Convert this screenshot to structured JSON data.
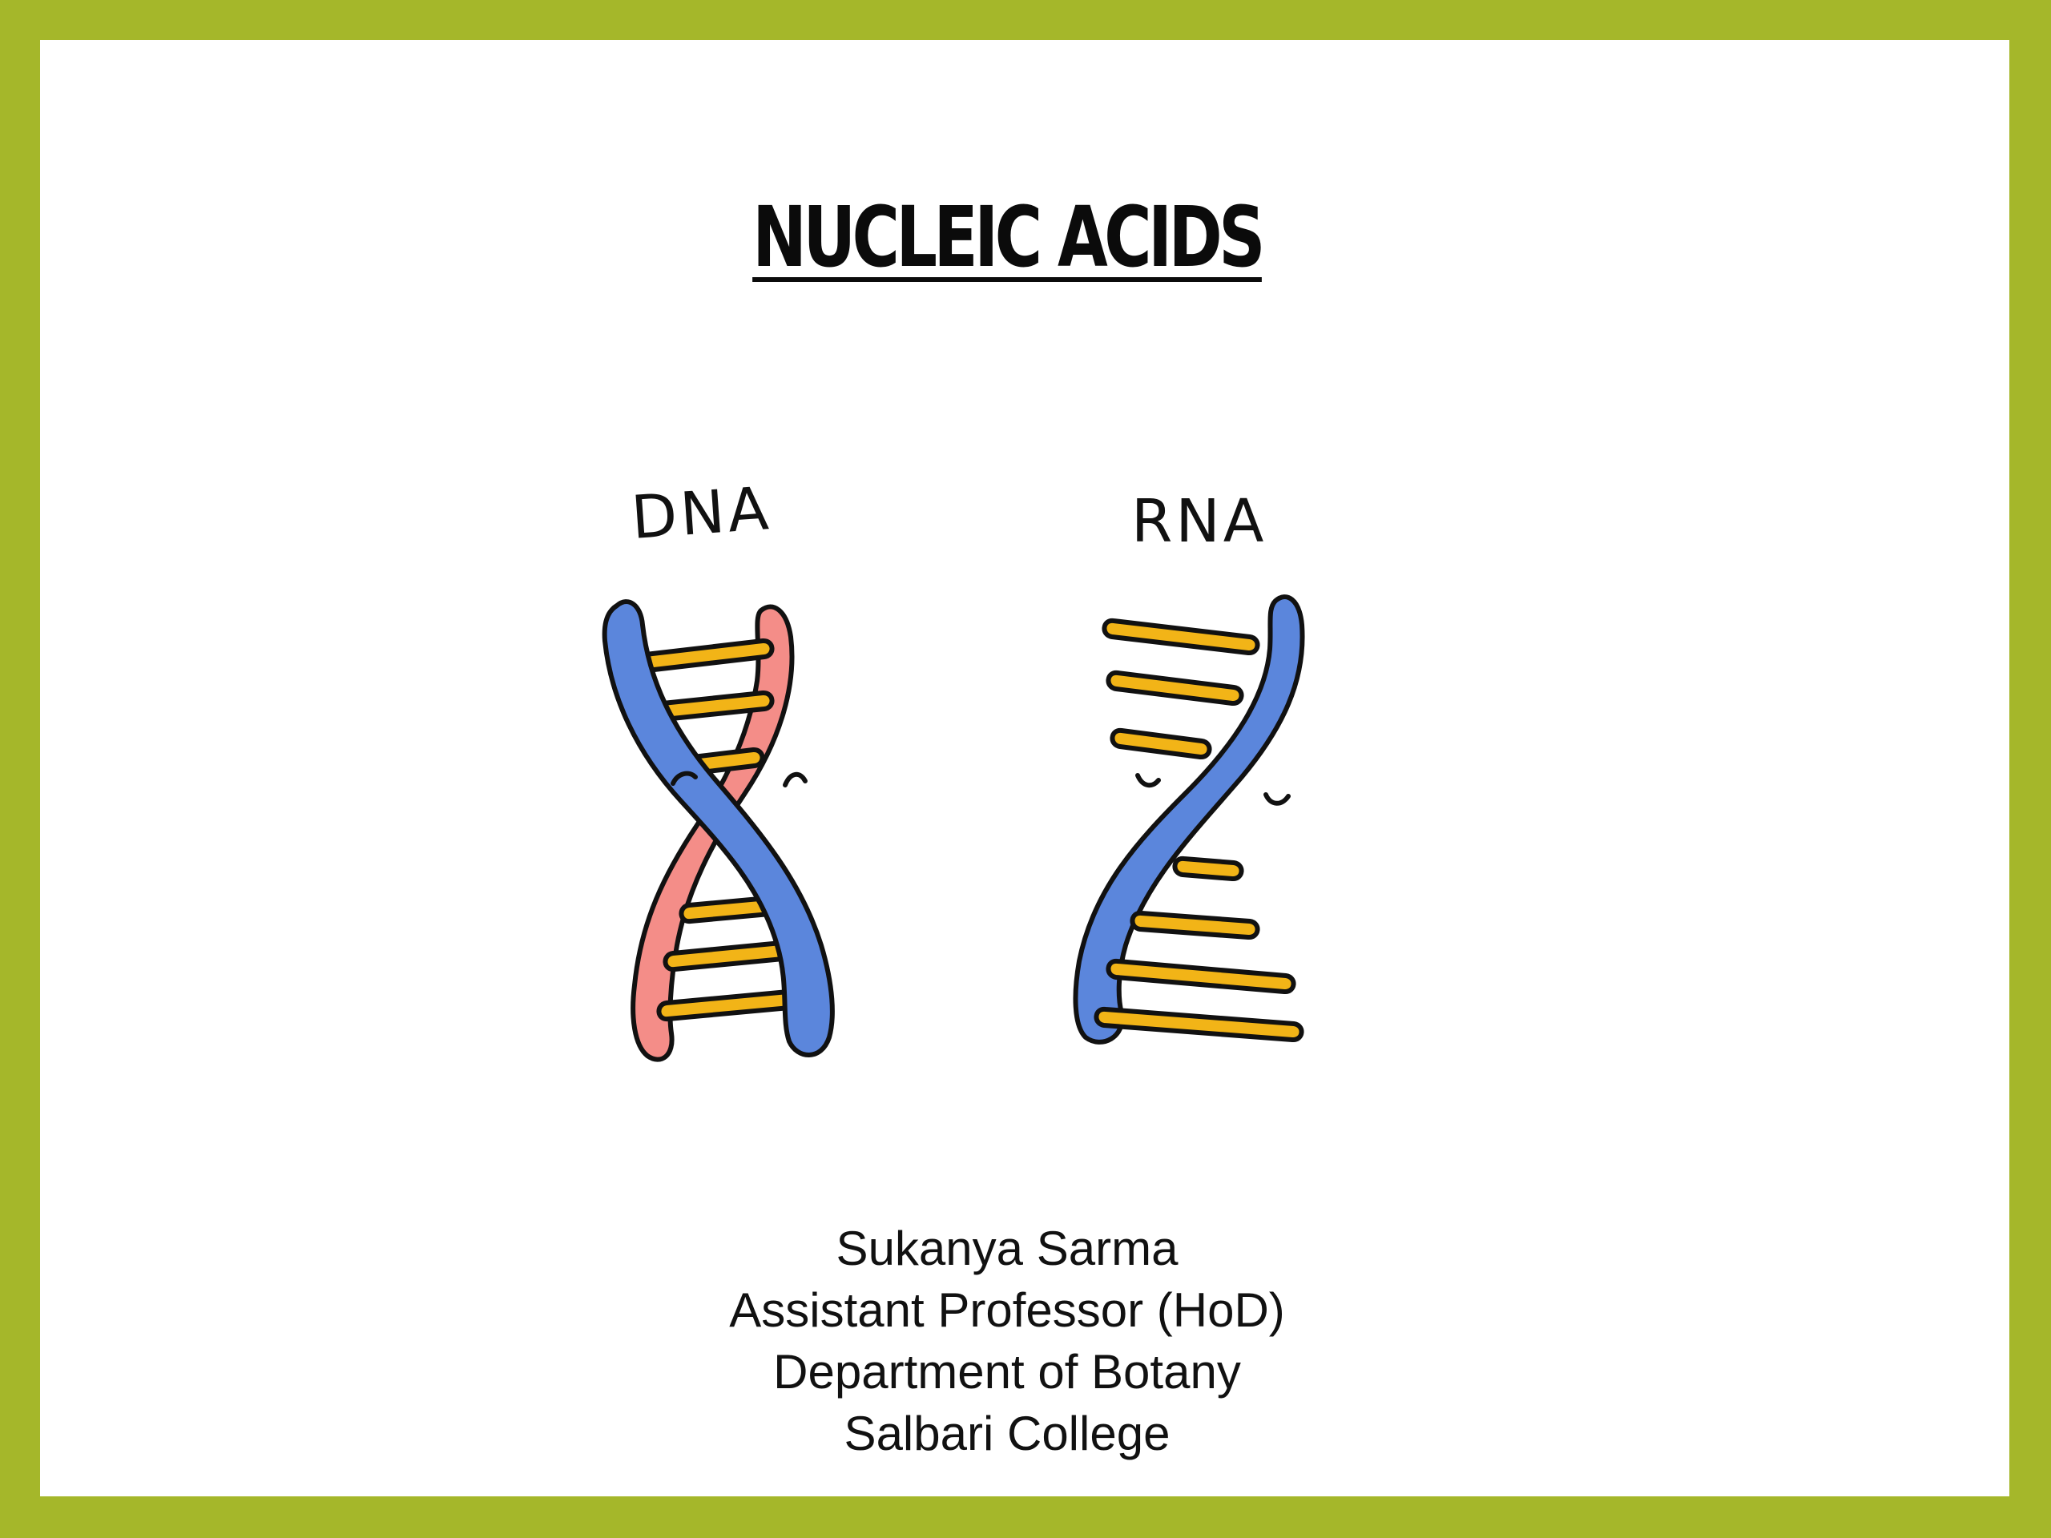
{
  "slide": {
    "title": "NUCLEIC ACIDS",
    "border_color": "#a5b72a",
    "background_color": "#ffffff"
  },
  "illustration": {
    "dna_label": "DNA",
    "rna_label": "RNA",
    "colors": {
      "blue_strand": "#5b86dc",
      "pink_strand": "#f48d88",
      "base_pairs": "#f2b417",
      "outline": "#111111"
    }
  },
  "author": {
    "name": "Sukanya Sarma",
    "position": "Assistant Professor (HoD)",
    "department": "Department of Botany",
    "institution": "Salbari College"
  }
}
